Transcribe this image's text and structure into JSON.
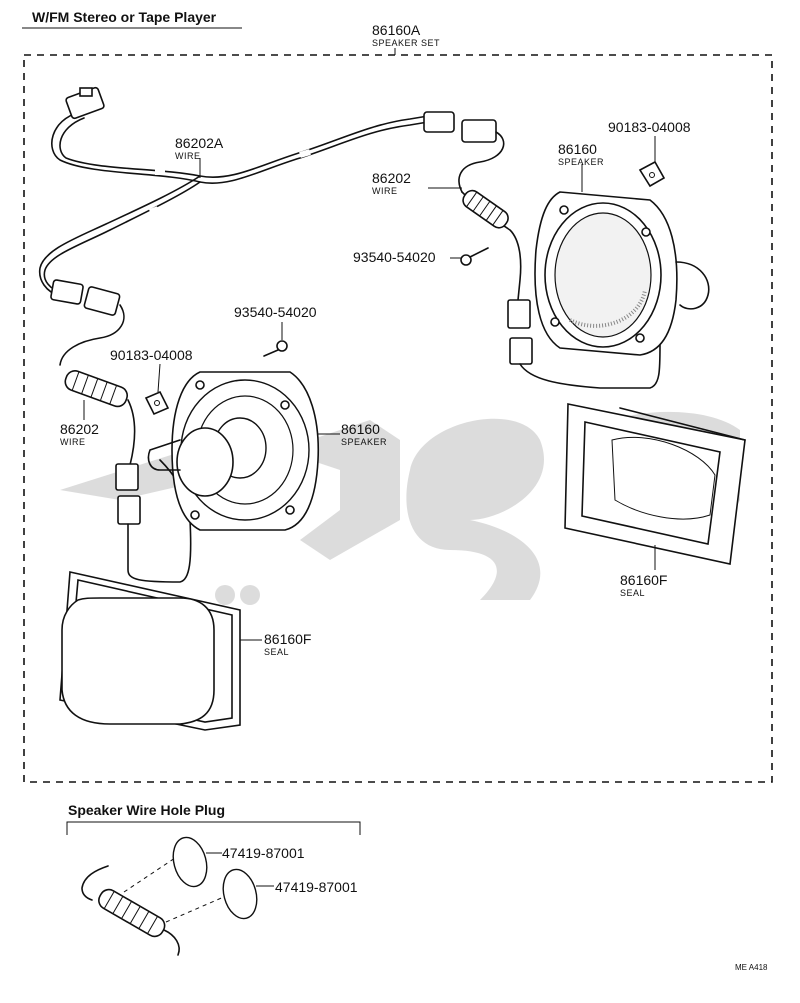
{
  "header": {
    "title": "W/FM Stereo or Tape Player"
  },
  "parts": {
    "speaker_set": {
      "number": "86160A",
      "name": "SPEAKER SET"
    },
    "wire_harness": {
      "number": "86202A",
      "name": "WIRE"
    },
    "wire_right": {
      "number": "86202",
      "name": "WIRE"
    },
    "wire_left": {
      "number": "86202",
      "name": "WIRE"
    },
    "speaker_right": {
      "number": "86160",
      "name": "SPEAKER"
    },
    "speaker_left": {
      "number": "86160",
      "name": "SPEAKER"
    },
    "clip_right": {
      "number": "90183-04008"
    },
    "clip_left": {
      "number": "90183-04008"
    },
    "screw_right": {
      "number": "93540-54020"
    },
    "screw_left": {
      "number": "93540-54020"
    },
    "seal_right": {
      "number": "86160F",
      "name": "SEAL"
    },
    "seal_left": {
      "number": "86160F",
      "name": "SEAL"
    }
  },
  "plug_section": {
    "title": "Speaker Wire Hole Plug",
    "plug_1": {
      "number": "47419-87001"
    },
    "plug_2": {
      "number": "47419-87001"
    }
  },
  "footer": {
    "code": "ME A418"
  }
}
